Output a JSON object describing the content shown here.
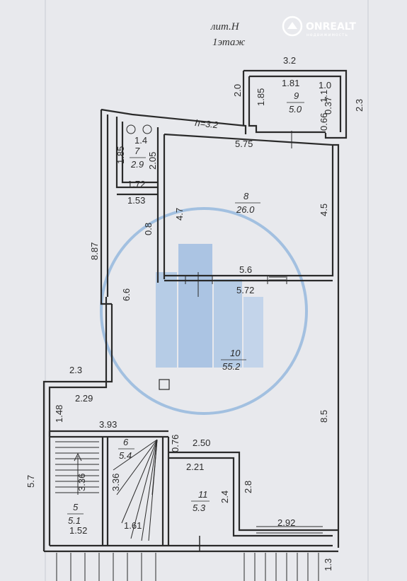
{
  "header": {
    "line1": "лит.Н",
    "line2": "1этаж"
  },
  "watermark": {
    "brand": "ONREALT",
    "tagline": "недвижимость",
    "color": "#4a84c4"
  },
  "rooms": [
    {
      "number": "5",
      "area": "5.1"
    },
    {
      "number": "6",
      "area": "5.4"
    },
    {
      "number": "7",
      "area": "2.9"
    },
    {
      "number": "8",
      "area": "26.0"
    },
    {
      "number": "9",
      "area": "5.0"
    },
    {
      "number": "10",
      "area": "55.2"
    },
    {
      "number": "11",
      "area": "5.3"
    }
  ],
  "dimensions": {
    "d3_2_top": "3.2",
    "d1_81": "1.81",
    "d2_0": "2.0",
    "d1_85_r9": "1.85",
    "d1_0": "1.0",
    "d1_1": "1.1",
    "d0_37": "0.37",
    "d0_66": "0.66",
    "d2_3_right": "2.3",
    "h3_2": "h=3.2",
    "d1_4": "1.4",
    "d5_75": "5.75",
    "d1_85_r7": "1.85",
    "d2_05": "2.05",
    "d1_72": "1.72",
    "d1_53": "1.53",
    "d4_7": "4.7",
    "d4_5": "4.5",
    "d0_8": "0.8",
    "d8_87": "8.87",
    "d6_6": "6.6",
    "d5_6": "5.6",
    "d5_72": "5.72",
    "d2_3_left": "2.3",
    "d2_29": "2.29",
    "d1_48": "1.48",
    "d8_5": "8.5",
    "d3_93": "3.93",
    "d0_76": "0.76",
    "d2_50": "2.50",
    "d5_7": "5.7",
    "d2_21": "2.21",
    "d3_36a": "3.36",
    "d3_36b": "3.36",
    "d2_8": "2.8",
    "d2_4": "2.4",
    "d1_52": "1.52",
    "d1_61": "1.61",
    "d2_92": "2.92",
    "d1_3": "1.3"
  }
}
